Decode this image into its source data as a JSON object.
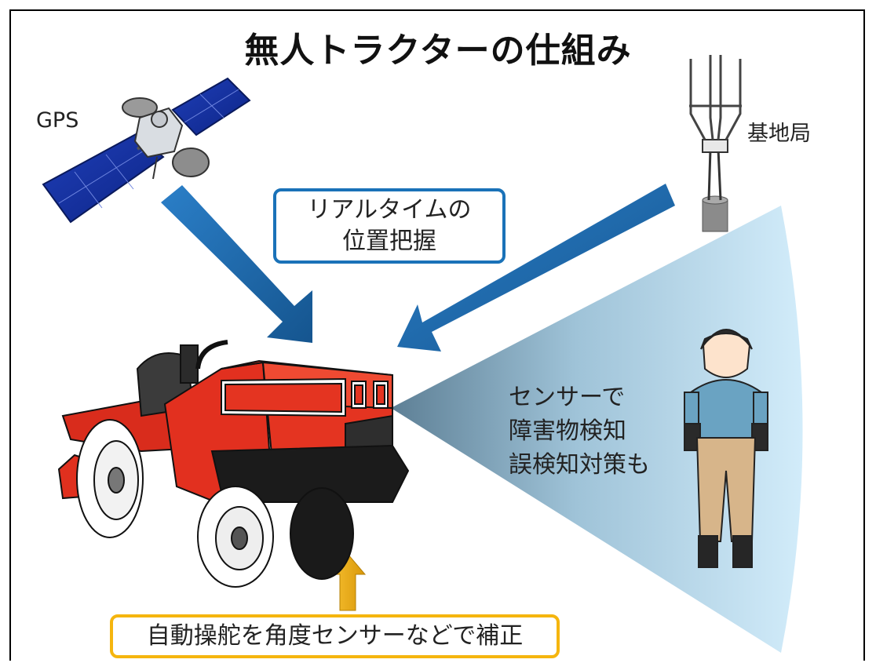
{
  "title": "無人トラクターの仕組み",
  "gps_label": "GPS",
  "base_station_label": "基地局",
  "realtime_box": {
    "line1": "リアルタイムの",
    "line2": "位置把握"
  },
  "sensor_text": {
    "line1": "センサーで",
    "line2": "障害物検知",
    "line3": "誤検知対策も"
  },
  "steering_box": "自動操舵を角度センサーなどで補正",
  "colors": {
    "arrow_blue": "#1f6fba",
    "box_blue_border": "#1a72b8",
    "box_orange_border": "#f5b50e",
    "arrow_orange": "#f0b20f",
    "tractor_red": "#e0301e",
    "sensor_cone_light": "#cfe9f8",
    "sensor_cone_dark": "#5d7f95"
  },
  "icons": [
    "satellite-icon",
    "antenna-tower-icon",
    "tractor-icon",
    "person-icon",
    "sensor-cone"
  ]
}
